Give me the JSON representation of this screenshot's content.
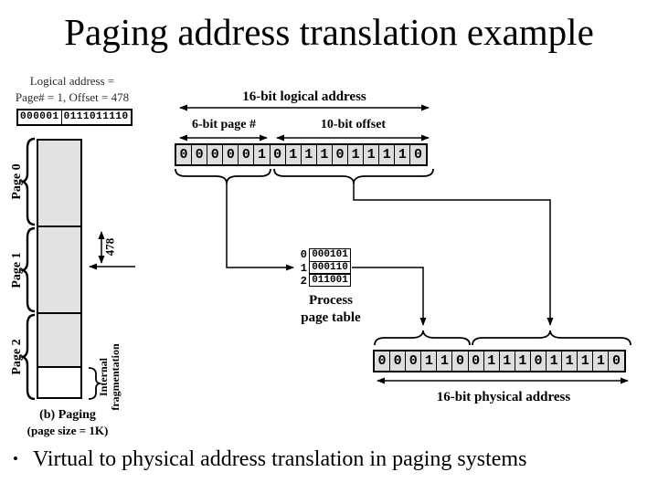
{
  "title": "Paging address translation example",
  "colors": {
    "ink": "#000000",
    "bit_cell_fill": "#dedede",
    "page_fill": "#e2e2e2"
  },
  "logical_note": {
    "line1": "Logical address =",
    "line2": "Page# = 1, Offset = 478",
    "page_bits": "000001",
    "offset_bits": "0111011110"
  },
  "memory_map": {
    "page_labels": [
      "Page 0",
      "Page 1",
      "Page 2"
    ],
    "offset_value": "478",
    "fragmentation_label": "Internal fragmentation",
    "caption_line1": "(b) Paging",
    "caption_line2": "(page size = 1K)"
  },
  "logical_address": {
    "span_label": "16-bit logical address",
    "page_field_label": "6-bit page #",
    "offset_field_label": "10-bit offset",
    "bits": [
      "0",
      "0",
      "0",
      "0",
      "0",
      "1",
      "0",
      "1",
      "1",
      "1",
      "0",
      "1",
      "1",
      "1",
      "1",
      "0"
    ]
  },
  "page_table": {
    "caption_line1": "Process",
    "caption_line2": "page table",
    "rows": [
      {
        "index": "0",
        "value": "000101"
      },
      {
        "index": "1",
        "value": "000110"
      },
      {
        "index": "2",
        "value": "011001"
      }
    ]
  },
  "physical_address": {
    "span_label": "16-bit physical address",
    "bits": [
      "0",
      "0",
      "0",
      "1",
      "1",
      "0",
      "0",
      "1",
      "1",
      "1",
      "0",
      "1",
      "1",
      "1",
      "1",
      "0"
    ]
  },
  "bullet": {
    "marker": "•",
    "text": "Virtual to physical address translation in paging systems"
  }
}
